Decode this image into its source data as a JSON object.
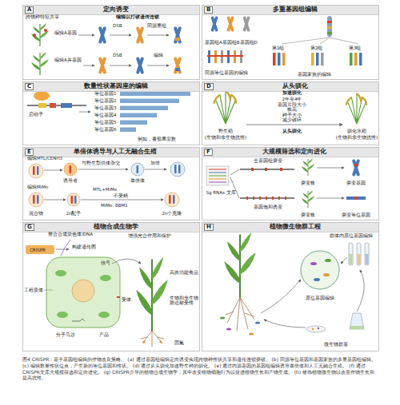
{
  "diagram": {
    "caption": "图4 CRISPR：基于基因组编辑的作物改良策略。 (a) 通过基因组编辑定向诱变实现跨物种性状共享和遗传连锁突破。 (b) 同源等位基因和基因家族的多重基因组编辑。 (c) 编辑数量性状位点，产生新的等位基因和性状。 (d) 通过从头驯化加速野生种的驯化。 (e) 通过内源基因的基因组编辑诱导单倍体和人工无融合生殖。 (f) 通过CRISPR文库大规模筛选和定向进化。 (g) CRISPR介导的植物合成生物学，其中改变植物细胞行为以促进植物生长和产物生成。 (h) 修饰植物微生物以改善作物生长和提高抗性。",
    "nodes": [
      {
        "text": [
          "A",
          "定向诱变"
        ]
      },
      {
        "text": [
          "B",
          "多重基因组编辑"
        ]
      },
      {
        "text": [
          "C",
          "数量性状基因座的编辑"
        ]
      },
      {
        "text": [
          "D",
          "从头驯化"
        ]
      },
      {
        "text": [
          "E",
          "单倍体诱导与人工无融合生殖"
        ]
      },
      {
        "text": [
          "F",
          "大规模筛选和定向进化"
        ]
      },
      {
        "text": [
          "G",
          "植物合成生物学"
        ]
      },
      {
        "text": [
          "H",
          "植物微生物群工程"
        ]
      }
    ],
    "labels": [
      "跨物种特征共享",
      "编辑以打破遗传连锁",
      "编辑A基因",
      "编辑A并基因",
      "DSB",
      "同源重组",
      "DSB",
      "编辑",
      "基因组A基因组B基因组D",
      "同源等位基因的编辑",
      "第1组",
      "第2组",
      "第3组",
      "基因家族的编辑",
      "启动子",
      "等位基因1",
      "等位基因2",
      "等位基因3",
      "等位基因4",
      "等位基因5",
      "等位基因6",
      "例如，番茄果室数",
      "加速驯化",
      "2年至4年",
      "基因片段大小",
      "株高",
      "种子大小",
      "减少破碎",
      "从头驯化",
      "野生稻",
      "(生物和非生物抗性)",
      "驯化水稻",
      "(生物和非生物抗性)",
      "编辑MTL/CENH3",
      "诱导者",
      "与野生型供体杂交",
      "单倍体",
      "加倍",
      "编辑MiMe",
      "混合物",
      "2n配子",
      "MTL+MiMe",
      "不受精",
      "MiMe: BBM1",
      "2n个克隆",
      "Sg RNAs 文库",
      "全基因组突变",
      "突变株",
      "突变基因",
      "基因饱和诱变",
      "突变株",
      "突变等位基因",
      "整合合成染色体/DNA",
      "CRISPR",
      "构建遗传图",
      "工程质体",
      "信号",
      "受体",
      "分子马达",
      "产品",
      "增强光合作用和保护",
      "高效功能食品",
      "生物和非生物胁迫耐受性",
      "固氮",
      "群体内原位基因编辑",
      "原位基因编辑",
      "微生物群落"
    ]
  }
}
